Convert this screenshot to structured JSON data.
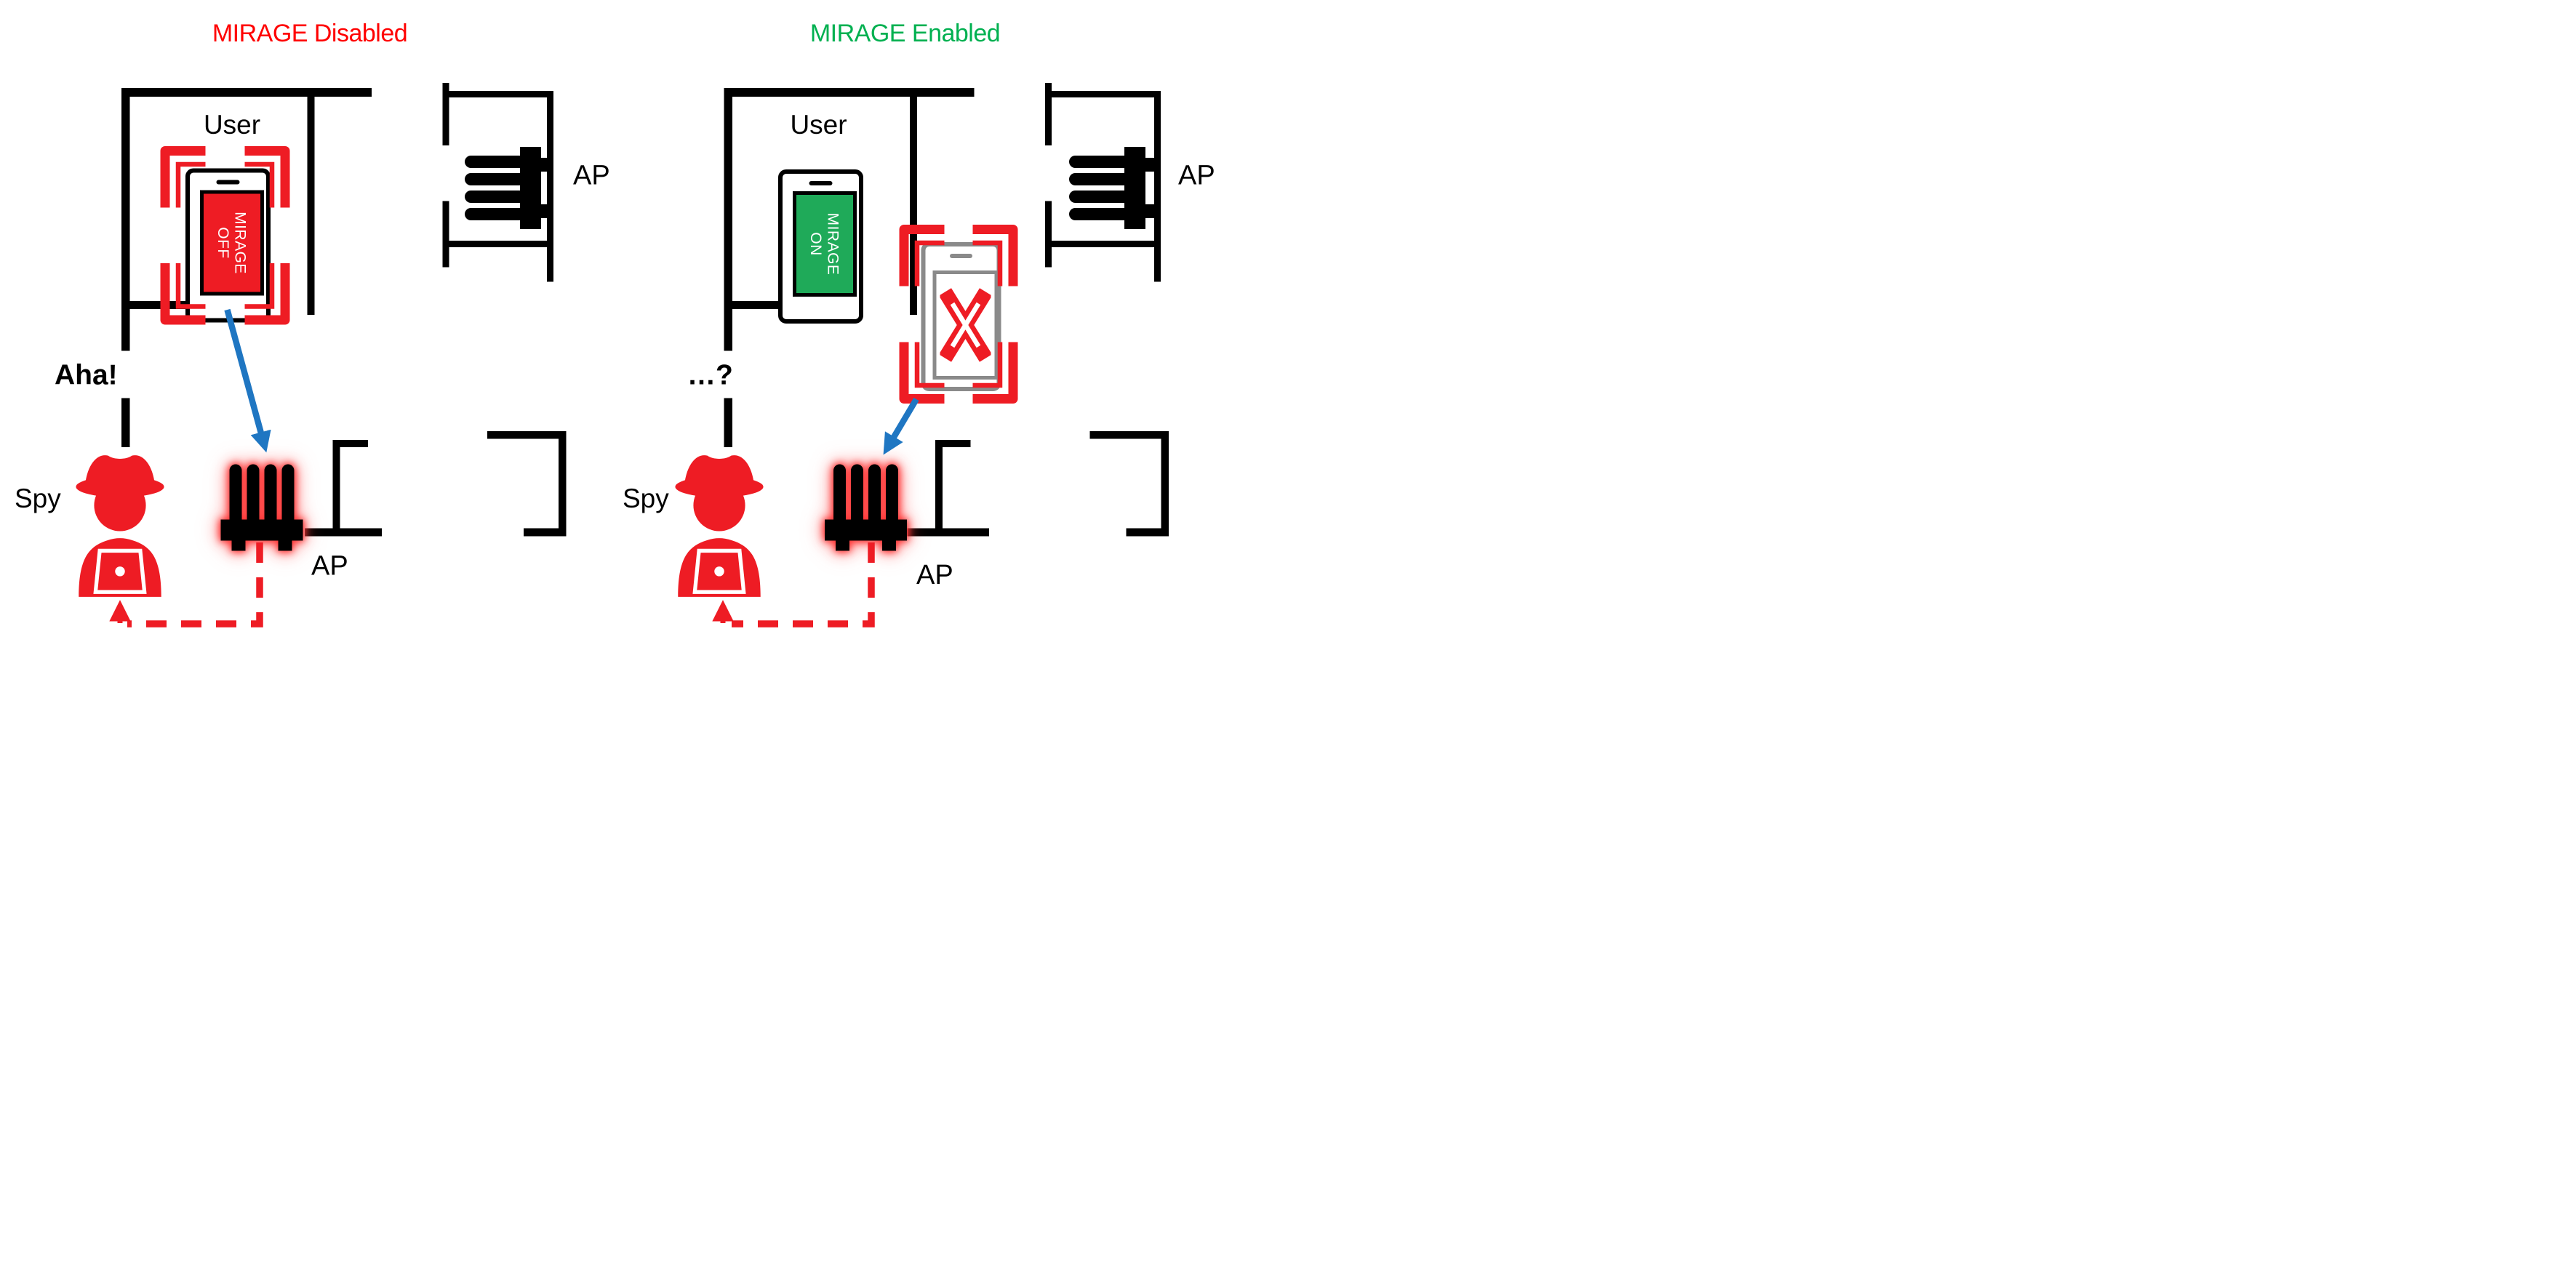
{
  "panels": {
    "disabled": {
      "title": "MIRAGE Disabled",
      "user_label": "User",
      "spy_label": "Spy",
      "spy_thought": "Aha!",
      "ap_top_label": "AP",
      "ap_bottom_label": "AP",
      "phone_screen": {
        "line1": "MIRAGE",
        "line2": "OFF"
      }
    },
    "enabled": {
      "title": "MIRAGE Enabled",
      "user_label": "User",
      "spy_label": "Spy",
      "spy_thought": "…?",
      "ap_top_label": "AP",
      "ap_bottom_label": "AP",
      "phone_screen": {
        "line1": "MIRAGE",
        "line2": "ON"
      }
    }
  },
  "colors": {
    "title_disabled": "#ff0000",
    "title_enabled": "#00b050",
    "screen_off": "#ee1c24",
    "screen_on": "#1faa59",
    "detection_red": "#ee1c24",
    "arrow_blue": "#1f76c2",
    "ghost_gray": "#8a8a8a",
    "wall_black": "#000000"
  }
}
